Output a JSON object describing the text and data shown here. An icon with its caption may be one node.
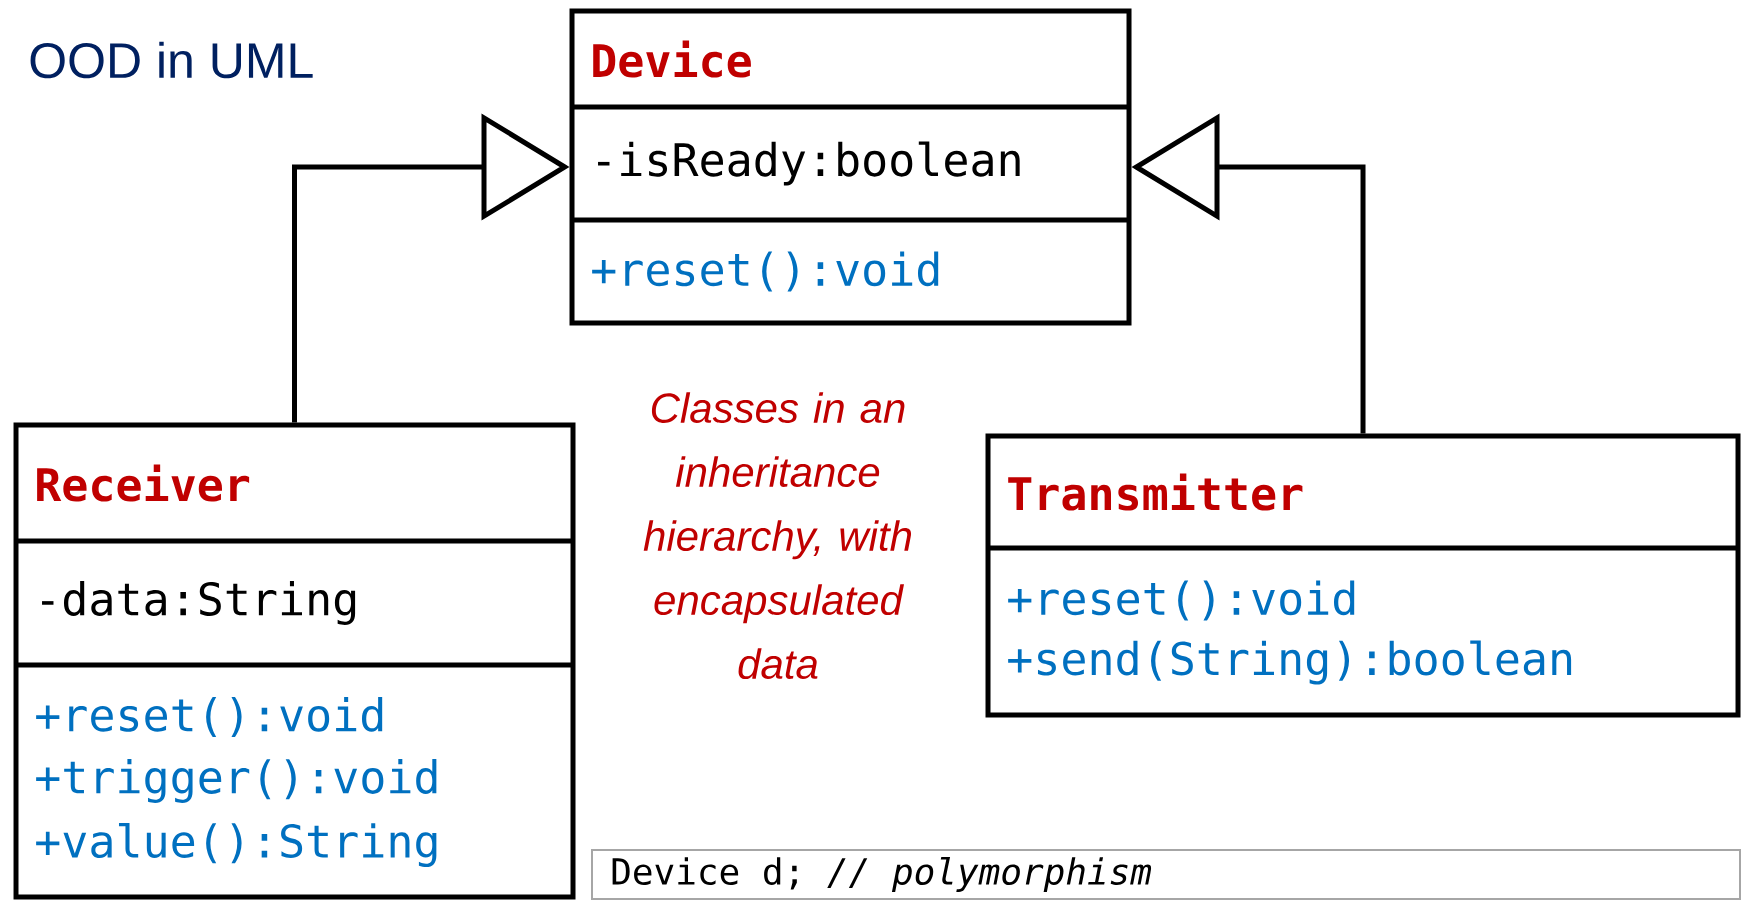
{
  "diagram": {
    "title": "OOD in UML",
    "nodes": [
      {
        "text": [
          "Device",
          "-isReady:boolean",
          "+reset():void"
        ]
      },
      {
        "text": [
          "Receiver",
          "-data:String",
          "+reset():void",
          "+trigger():void",
          "+value():String"
        ]
      },
      {
        "text": [
          "Transmitter",
          "+reset():void",
          "+send(String):boolean"
        ]
      },
      {
        "text": [
          "Device d;   *// polymorphism*"
        ]
      }
    ],
    "edges": [
      {
        "from": 1,
        "to": 0,
        "arrow": "to"
      },
      {
        "from": 2,
        "to": 0,
        "arrow": "to"
      }
    ],
    "labels": [
      "Classes in an inheritance hierarchy, with encapsulated data"
    ]
  }
}
